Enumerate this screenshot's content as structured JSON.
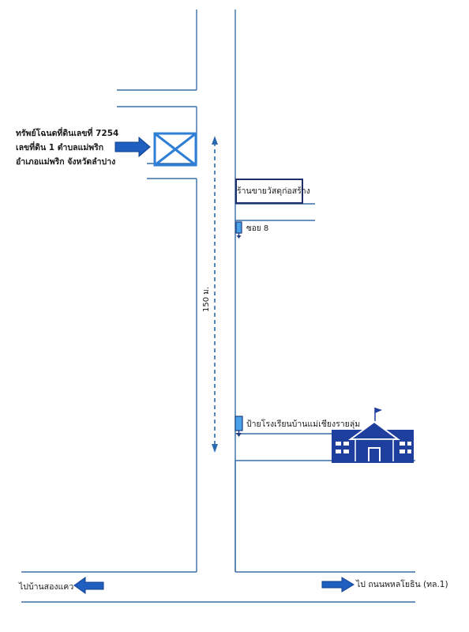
{
  "parcel": {
    "line1": "ทรัพย์โฉนดที่ดินเลขที่  7254",
    "line2": "เลขที่ดิน  1  ตำบลแม่พริก",
    "line3": "อำเภอแม่พริก  จังหวัดลำปาง"
  },
  "landmarks": {
    "shop": "ร้านขายวัสดุก่อสร้าง",
    "soi": "ซอย 8",
    "school_sign": "ป้ายโรงเรียนบ้านแม่เชียงรายลุ่ม"
  },
  "distance": "150 ม.",
  "directions": {
    "left": "ไปบ้านสองแคว",
    "right": "ไป ถนนพหลโยธิน (ทล.1)"
  },
  "colors": {
    "road_line": "#3a6ea5",
    "arrow": "#1f5fbf",
    "parcel_marker": "#2f7fd6",
    "school": "#1f3f9f",
    "dashed": "#2a6bb0"
  }
}
